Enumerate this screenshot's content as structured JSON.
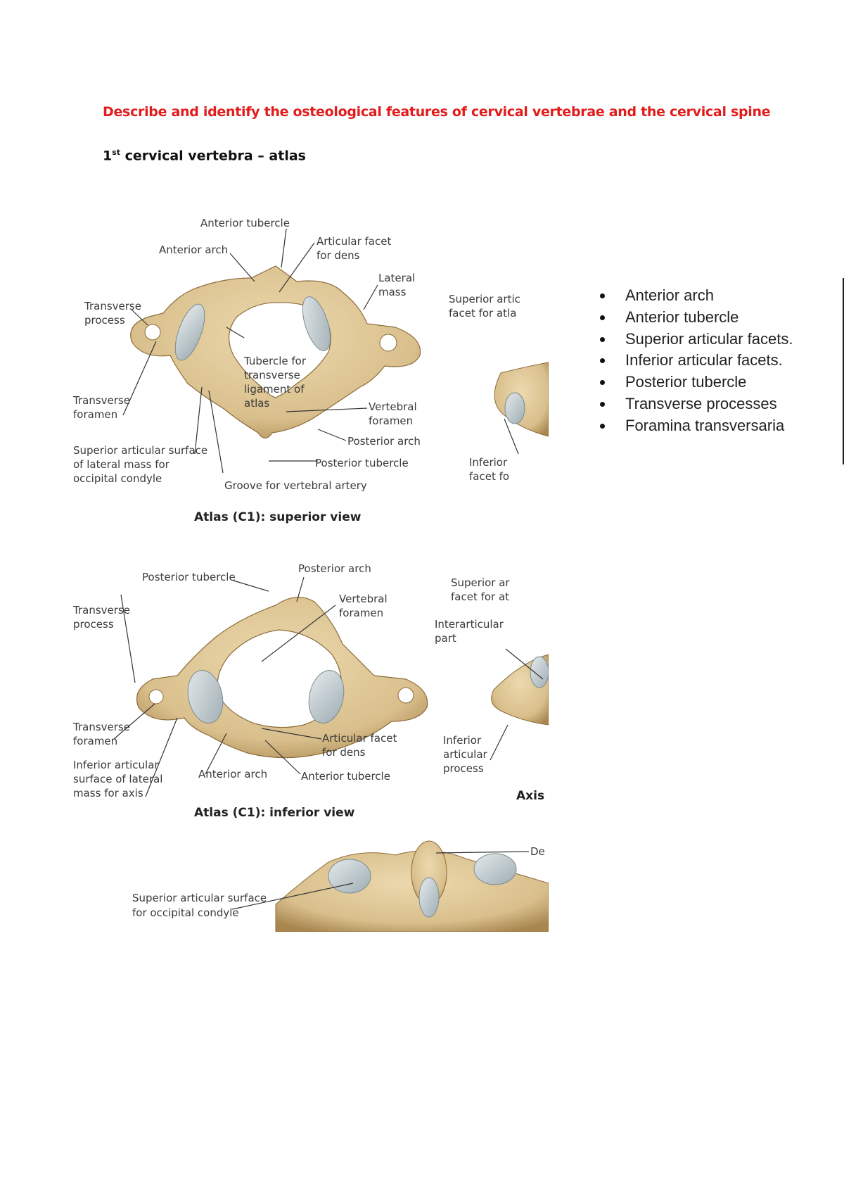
{
  "heading": "Describe and identify the osteological features of cervical vertebrae and the cervical spine",
  "subheading": {
    "number": "1",
    "ordinal": "st",
    "text": " cervical vertebra – atlas"
  },
  "figure": {
    "superior": {
      "caption": "Atlas (C1): superior view",
      "labels": {
        "anterior_tubercle": "Anterior tubercle",
        "anterior_arch": "Anterior arch",
        "articular_facet_1": "Articular facet",
        "articular_facet_2": "for dens",
        "lateral_mass_1": "Lateral",
        "lateral_mass_2": "mass",
        "transverse_process_1": "Transverse",
        "transverse_process_2": "process",
        "tubercle_1": "Tubercle for",
        "tubercle_2": "transverse",
        "tubercle_3": "ligament of",
        "tubercle_4": "atlas",
        "transverse_foramen_1": "Transverse",
        "transverse_foramen_2": "foramen",
        "vertebral_foramen_1": "Vertebral",
        "vertebral_foramen_2": "foramen",
        "posterior_arch": "Posterior arch",
        "superior_surface_1": "Superior articular surface",
        "superior_surface_2": "of lateral mass for",
        "superior_surface_3": "occipital condyle",
        "posterior_tubercle": "Posterior tubercle",
        "groove": "Groove for vertebral artery"
      },
      "side_cropped": {
        "superior_1": "Superior artic",
        "superior_2": "facet for atla",
        "inferior_1": "Inferior",
        "inferior_2": "facet fo"
      }
    },
    "inferior": {
      "caption": "Atlas (C1): inferior view",
      "labels": {
        "posterior_tubercle": "Posterior tubercle",
        "posterior_arch": "Posterior arch",
        "vertebral_foramen_1": "Vertebral",
        "vertebral_foramen_2": "foramen",
        "transverse_process_1": "Transverse",
        "transverse_process_2": "process",
        "transverse_foramen_1": "Transverse",
        "transverse_foramen_2": "foramen",
        "articular_facet_1": "Articular facet",
        "articular_facet_2": "for dens",
        "inferior_surface_1": "Inferior articular",
        "inferior_surface_2": "surface of lateral",
        "inferior_surface_3": "mass for axis",
        "anterior_arch": "Anterior arch",
        "anterior_tubercle": "Anterior tubercle"
      },
      "side_cropped": {
        "superior_1": "Superior ar",
        "superior_2": "facet for at",
        "interarticular_1": "Interarticular",
        "interarticular_2": "part",
        "inferior_articular_1": "Inferior",
        "inferior_articular_2": "articular",
        "inferior_articular_3": "process",
        "axis": "Axis"
      }
    },
    "bottom": {
      "superior_surface_1": "Superior articular surface",
      "superior_surface_2": "for occipital condyle",
      "dens": "De"
    }
  },
  "bullets": [
    "Anterior arch",
    "Anterior tubercle",
    "Superior articular facets.",
    "Inferior articular facets.",
    "Posterior tubercle",
    "Transverse processes",
    "Foramina transversaria"
  ],
  "colors": {
    "heading": "#e21b1b",
    "bone": "#d9bf8c",
    "bone_dark": "#a8864e",
    "cartilage": "#c3ccd0"
  }
}
